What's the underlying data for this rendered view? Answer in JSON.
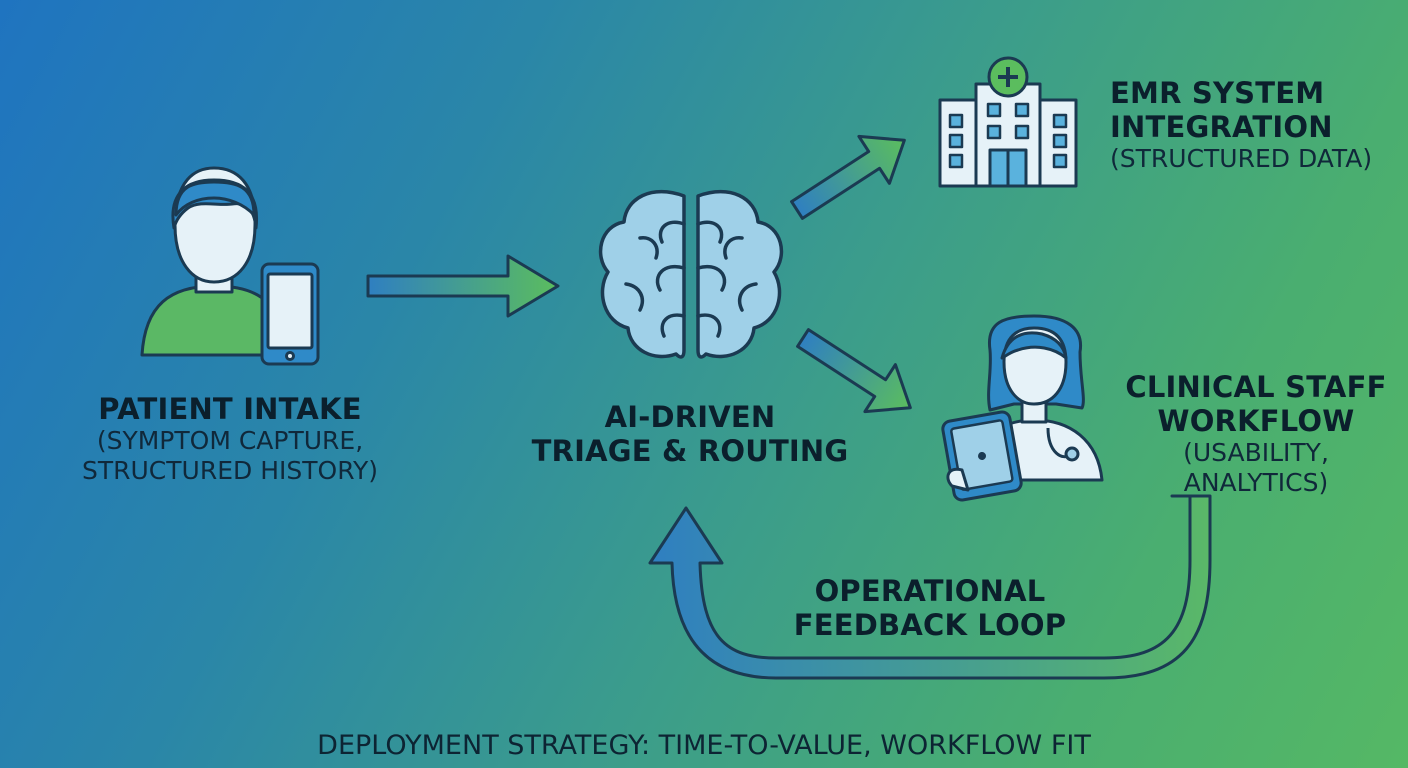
{
  "nodes": {
    "patient": {
      "title": "PATIENT INTAKE",
      "sub1": "(SYMPTOM CAPTURE,",
      "sub2": "STRUCTURED HISTORY)"
    },
    "ai": {
      "title1": "AI-DRIVEN",
      "title2": "TRIAGE & ROUTING"
    },
    "emr": {
      "title1": "EMR SYSTEM",
      "title2": "INTEGRATION",
      "sub": "(STRUCTURED DATA)"
    },
    "staff": {
      "title1": "CLINICAL STAFF",
      "title2": "WORKFLOW",
      "sub": "(USABILITY, ANALYTICS)"
    }
  },
  "feedback": {
    "line1": "OPERATIONAL",
    "line2": "FEEDBACK LOOP"
  },
  "footer": "DEPLOYMENT STRATEGY: TIME-TO-VALUE, WORKFLOW FIT",
  "icons": [
    "patient-phone-icon",
    "brain-icon",
    "hospital-icon",
    "clinician-tablet-icon"
  ],
  "colors": {
    "outline": "#1b3a52",
    "icon_fill": "#e6f2f8",
    "brain_fill": "#9fd0e8",
    "green": "#5bbd5e",
    "blue": "#2f7fc1"
  }
}
